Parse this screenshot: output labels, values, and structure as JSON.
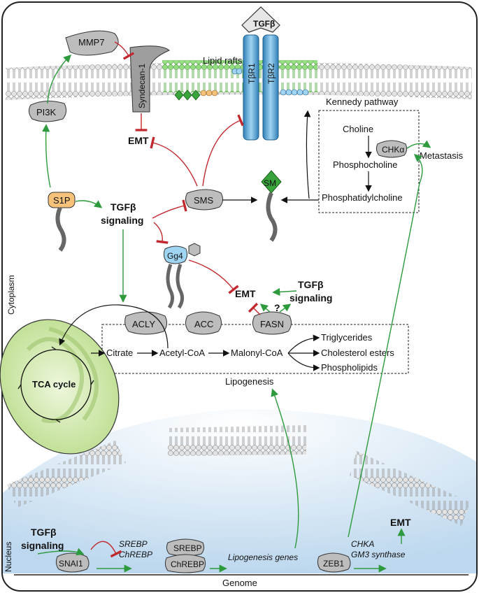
{
  "membrane": {
    "lipid_rafts": "Lipid rafts",
    "tgfb_ligand": "TGFβ",
    "receptor1": "TβR1",
    "receptor2": "TβR2"
  },
  "proteins": {
    "mmp7": "MMP7",
    "pi3k": "PI3K",
    "syndecan": "Syndecan-1",
    "s1p": "S1P",
    "sms": "SMS",
    "sm": "SM",
    "gg4": "Gg4",
    "acly": "ACLY",
    "acc": "ACC",
    "fasn": "FASN",
    "chka": "CHKα",
    "snai1": "SNAI1",
    "srebp": "SREBP",
    "chrebp": "ChREBP",
    "zeb1": "ZEB1"
  },
  "labels": {
    "emt_top": "EMT",
    "tgfb_signaling_mid_1": "TGFβ",
    "tgfb_signaling_mid_2": "signaling",
    "emt_mid": "EMT",
    "question": "?",
    "tgfb_signaling_right_1": "TGFβ",
    "tgfb_signaling_right_2": "signaling",
    "cytoplasm": "Cytoplasm",
    "nucleus": "Nucleus",
    "genome": "Genome",
    "tca_cycle": "TCA cycle",
    "lipogenesis": "Lipogenesis",
    "metastasis": "Metastasis",
    "emt_nucleus": "EMT",
    "tgfb_nucleus_1": "TGFβ",
    "tgfb_nucleus_2": "signaling"
  },
  "kennedy": {
    "title": "Kennedy pathway",
    "choline": "Choline",
    "phosphocholine": "Phosphocholine",
    "phosphatidylcholine": "Phosphatidylcholine"
  },
  "lipogenesis_box": {
    "citrate": "Citrate",
    "acetyl_coa": "Acetyl-CoA",
    "malonyl_coa": "Malonyl-CoA",
    "triglycerides": "Triglycerides",
    "cholesterol_esters": "Cholesterol esters",
    "phospholipids": "Phospholipids"
  },
  "genes": {
    "srebp_gene": "SREBP",
    "chrebp_gene": "ChREBP",
    "lipogenesis_genes": "Lipogenesis genes",
    "chka_gene": "CHKA",
    "gm3_gene": "GM3 synthase"
  },
  "colors": {
    "activation": "#2e9a3e",
    "inhibition": "#c0282d",
    "receptor": "#4aa3d8",
    "raft": "#7dd36b",
    "nucleus": "#cfe2f3",
    "mitochondrion": "#d6ecb3",
    "protein_gray": "#bdbdbd",
    "s1p_orange": "#f6c27a",
    "sm_green": "#39a33c"
  }
}
